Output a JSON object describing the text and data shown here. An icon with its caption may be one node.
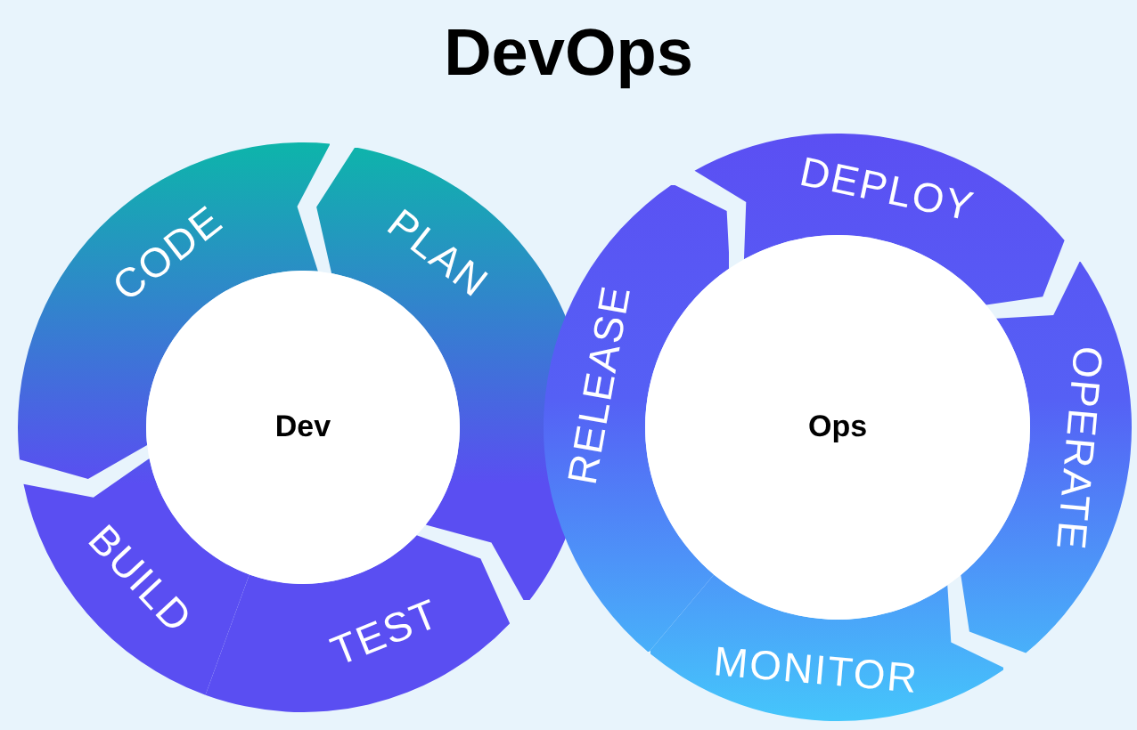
{
  "diagram": {
    "title": "DevOps",
    "nodes": [
      {
        "text": [
          "CODE"
        ]
      },
      {
        "text": [
          "PLAN"
        ]
      },
      {
        "text": [
          "BUILD"
        ]
      },
      {
        "text": [
          "TEST"
        ]
      },
      {
        "text": [
          "Dev"
        ]
      },
      {
        "text": [
          "RELEASE"
        ]
      },
      {
        "text": [
          "DEPLOY"
        ]
      },
      {
        "text": [
          "OPERATE"
        ]
      },
      {
        "text": [
          "MONITOR"
        ]
      },
      {
        "text": [
          "Ops"
        ]
      }
    ]
  }
}
